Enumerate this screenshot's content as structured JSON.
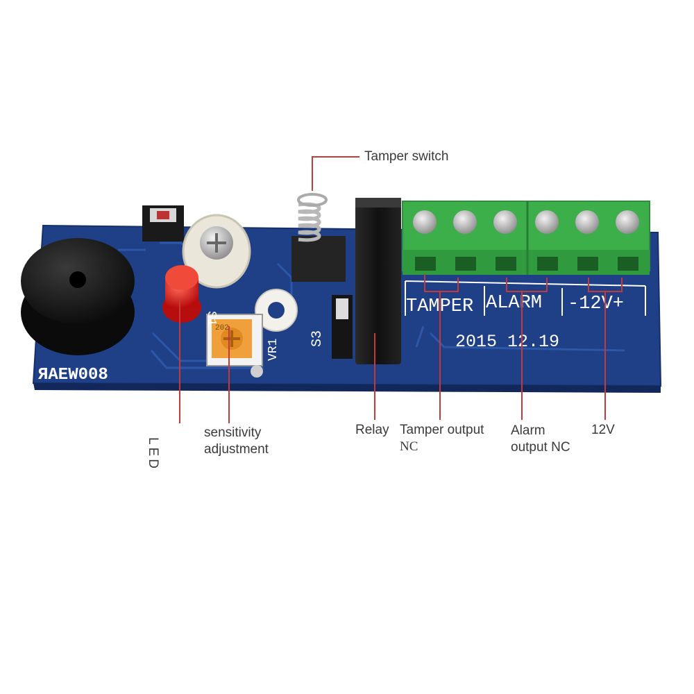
{
  "board": {
    "silkscreen_tamper": "TAMPER",
    "silkscreen_alarm": "ALARM",
    "silkscreen_power": "-12V+",
    "silkscreen_date": "2015 12.19",
    "silkscreen_model": "ЯAEW008",
    "silkscreen_s3": "S3",
    "silkscreen_s1": "S1",
    "silkscreen_vr": "VR1",
    "pot_code": "202",
    "colors": {
      "pcb": "#1f3f86",
      "terminal": "#3cae4a",
      "relay": "#1c1c1c",
      "led": "#e01818",
      "pot": "#f0a03a",
      "callout_line": "#c23a3a"
    }
  },
  "labels": {
    "tamper_switch": "Tamper switch",
    "led": "LED",
    "sensitivity_line1": "sensitivity",
    "sensitivity_line2": "adjustment",
    "relay": "Relay",
    "tamper_output_line1": "Tamper output",
    "tamper_output_line2": "NC",
    "alarm_output_line1": "Alarm",
    "alarm_output_line2": "output NC",
    "power": "12V"
  }
}
